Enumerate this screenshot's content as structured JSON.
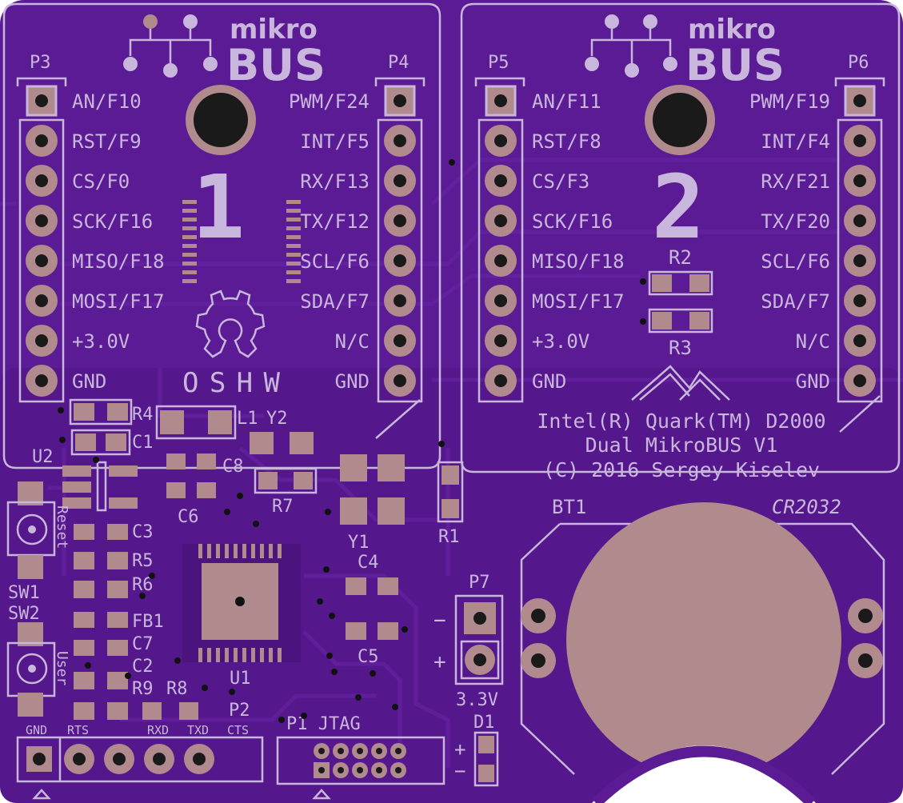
{
  "colors": {
    "board": "#5b1b94",
    "board_dark": "#4a137e",
    "silkscreen": "#c9b6dc",
    "copper": "#b08a8c"
  },
  "logo": {
    "top": "mikro",
    "bottom": "BUS"
  },
  "bus1": {
    "number": "1",
    "left_header": "P3",
    "right_header": "P4",
    "left_pins": [
      "AN/F10",
      "RST/F9",
      "CS/F0",
      "SCK/F16",
      "MISO/F18",
      "MOSI/F17",
      "+3.0V",
      "GND"
    ],
    "right_pins": [
      "PWM/F24",
      "INT/F5",
      "RX/F13",
      "TX/F12",
      "SCL/F6",
      "SDA/F7",
      "N/C",
      "GND"
    ]
  },
  "bus2": {
    "number": "2",
    "left_header": "P5",
    "right_header": "P6",
    "left_pins": [
      "AN/F11",
      "RST/F8",
      "CS/F3",
      "SCK/F16",
      "MISO/F18",
      "MOSI/F17",
      "+3.0V",
      "GND"
    ],
    "right_pins": [
      "PWM/F19",
      "INT/F4",
      "RX/F21",
      "TX/F20",
      "SCL/F6",
      "SDA/F7",
      "N/C",
      "GND"
    ]
  },
  "oshw": "OSHW",
  "credits": [
    "Intel(R) Quark(TM) D2000",
    "Dual MikroBUS V1",
    "(C) 2016 Sergey Kiselev"
  ],
  "refs": {
    "r1": "R1",
    "r2": "R2",
    "r3": "R3",
    "r4": "R4",
    "r5": "R5",
    "r6": "R6",
    "r7": "R7",
    "r8": "R8",
    "r9": "R9",
    "c1": "C1",
    "c2": "C2",
    "c3": "C3",
    "c4": "C4",
    "c5": "C5",
    "c6": "C6",
    "c7": "C7",
    "c8": "C8",
    "l1": "L1",
    "y1": "Y1",
    "y2": "Y2",
    "u1": "U1",
    "u2": "U2",
    "fb1": "FB1",
    "sw1": "SW1",
    "sw2": "SW2",
    "bt1": "BT1",
    "p1": "P1 JTAG",
    "p2": "P2",
    "p7": "P7",
    "d1": "D1"
  },
  "labels": {
    "reset": "Reset",
    "user": "User",
    "battery": "CR2032",
    "voltage": "3.3V",
    "minus": "−",
    "plus": "+",
    "uart": [
      "GND",
      "RTS",
      "RXD",
      "TXD",
      "CTS"
    ]
  }
}
